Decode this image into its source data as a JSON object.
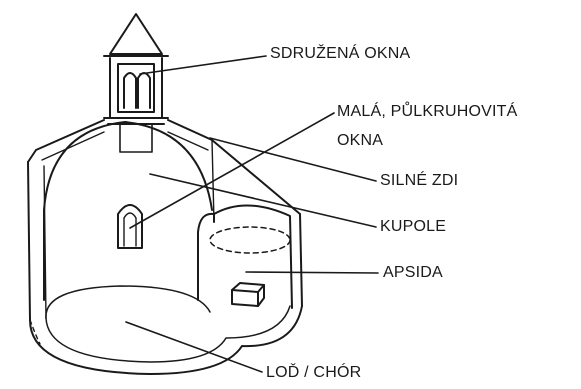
{
  "labels": {
    "sdruzena_okna": "SDRUŽENÁ OKNA",
    "male_okna_line1": "MALÁ, PŮLKRUHOVITÁ",
    "male_okna_line2": "OKNA",
    "silne_zdi": "SILNÉ ZDI",
    "kupole": "KUPOLE",
    "apsida": "APSIDA",
    "lod_chor": "LOĎ / CHÓR"
  },
  "colors": {
    "ink": "#1a1a1a",
    "background": "#ffffff"
  }
}
